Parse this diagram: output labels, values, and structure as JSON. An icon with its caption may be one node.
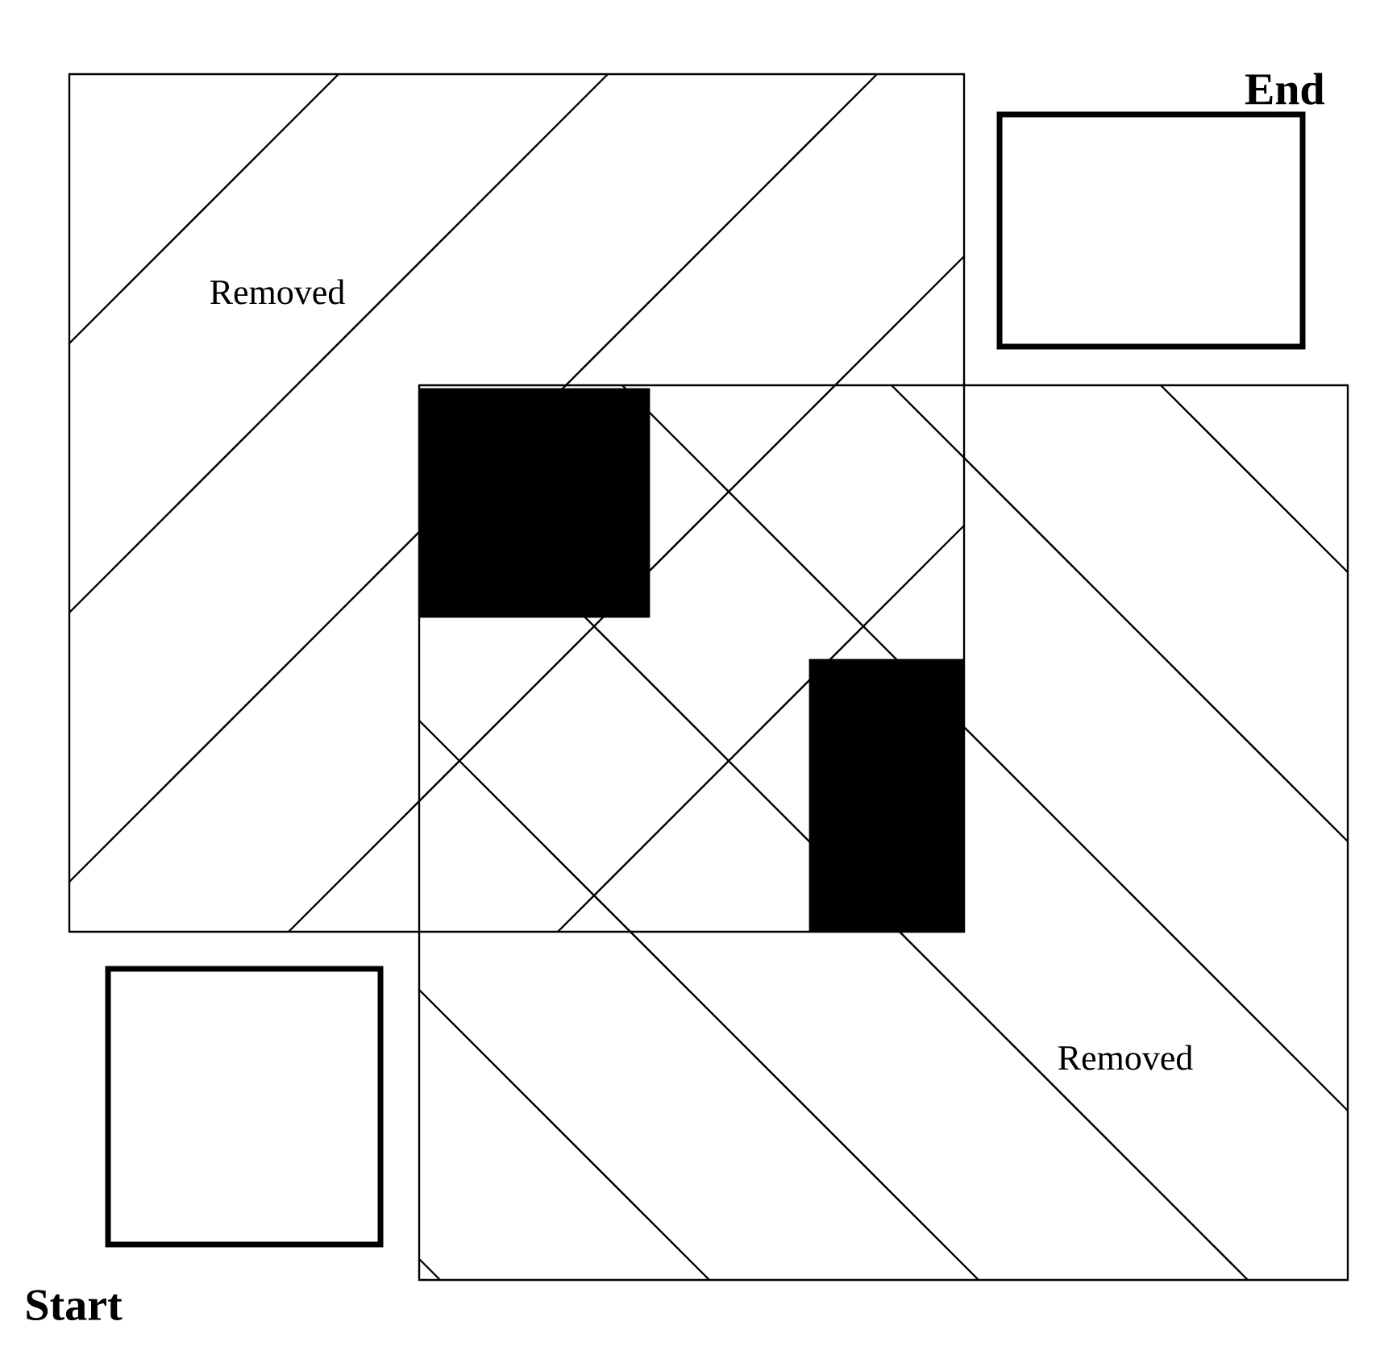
{
  "diagram": {
    "nodes": [
      {
        "text": [
          "Removed"
        ]
      },
      {
        "text": [],
        "shape": "box",
        "beside": [
          "End"
        ]
      },
      {
        "text": [],
        "shape": "box"
      },
      {
        "text": [
          "Removed"
        ]
      },
      {
        "text": [],
        "shape": "box"
      },
      {
        "text": [],
        "shape": "box",
        "beside": [
          "Start"
        ]
      }
    ]
  }
}
